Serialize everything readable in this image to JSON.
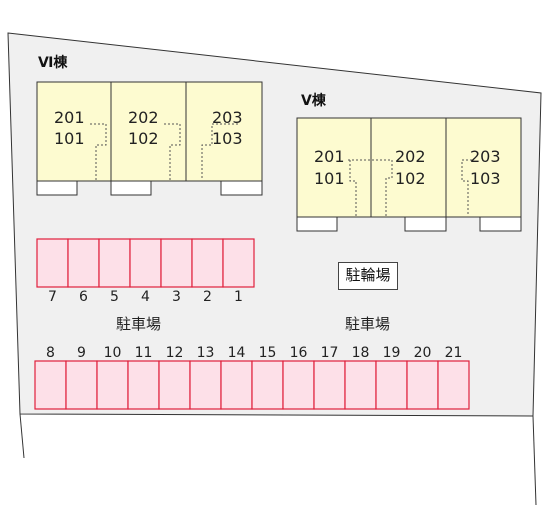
{
  "buildings": [
    {
      "name": "Ⅵ棟",
      "units": [
        {
          "upper": "201",
          "lower": "101"
        },
        {
          "upper": "202",
          "lower": "102"
        },
        {
          "upper": "203",
          "lower": "103"
        }
      ]
    },
    {
      "name": "Ⅴ棟",
      "units": [
        {
          "upper": "201",
          "lower": "101"
        },
        {
          "upper": "202",
          "lower": "102"
        },
        {
          "upper": "203",
          "lower": "103"
        }
      ]
    }
  ],
  "parking": {
    "upper_row": [
      "7",
      "6",
      "5",
      "4",
      "3",
      "2",
      "1"
    ],
    "lower_row": [
      "8",
      "9",
      "10",
      "11",
      "12",
      "13",
      "14",
      "15",
      "16",
      "17",
      "18",
      "19",
      "20",
      "21"
    ],
    "label_left": "駐車場",
    "label_right": "駐車場"
  },
  "bicycle_parking": "駐輪場",
  "colors": {
    "lot": "#f0f0f0",
    "building": "#fdfbd0",
    "parking_fill": "#fde0e8",
    "parking_border": "#e0203c"
  }
}
